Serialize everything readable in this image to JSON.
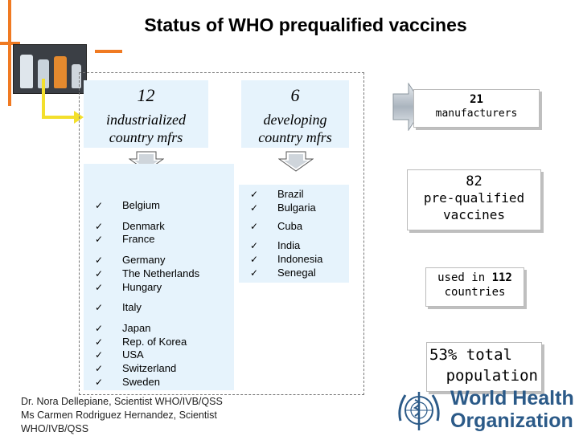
{
  "title": "Status of WHO prequalified vaccines",
  "industrialized": {
    "count": "12",
    "label_line1": "industrialized",
    "label_line2": "country mfrs",
    "countries": [
      "Belgium",
      "Denmark",
      "France",
      "Germany",
      "The Netherlands",
      "Hungary",
      "Italy",
      "Japan",
      "Rep. of Korea",
      "USA",
      "Switzerland",
      "Sweden"
    ]
  },
  "developing": {
    "count": "6",
    "label_line1": "developing",
    "label_line2": "country mfrs",
    "countries": [
      "Brazil",
      "Bulgaria",
      "Cuba",
      "India",
      "Indonesia",
      "Senegal"
    ]
  },
  "checkmark": "✓",
  "stats": {
    "manufacturers_count": "21",
    "manufacturers_label": "manufacturers",
    "vaccines_count": "82",
    "vaccines_label_line1": "pre-qualified",
    "vaccines_label_line2": "vaccines",
    "countries_prefix": "used in",
    "countries_count": "112",
    "countries_label": "countries",
    "population_line1": "53% total",
    "population_line2": "population"
  },
  "footer": {
    "line1": "Dr. Nora Dellepiane, Scientist WHO/IVB/QSS",
    "line2": "Ms Carmen Rodriguez Hernandez, Scientist",
    "line3": "WHO/IVB/QSS"
  },
  "organization": {
    "line1": "World Health",
    "line2": "Organization"
  },
  "colors": {
    "orange": "#f07a22",
    "yellow": "#f3df2c",
    "light_blue": "#e6f3fc",
    "who_blue": "#2b5a88"
  }
}
